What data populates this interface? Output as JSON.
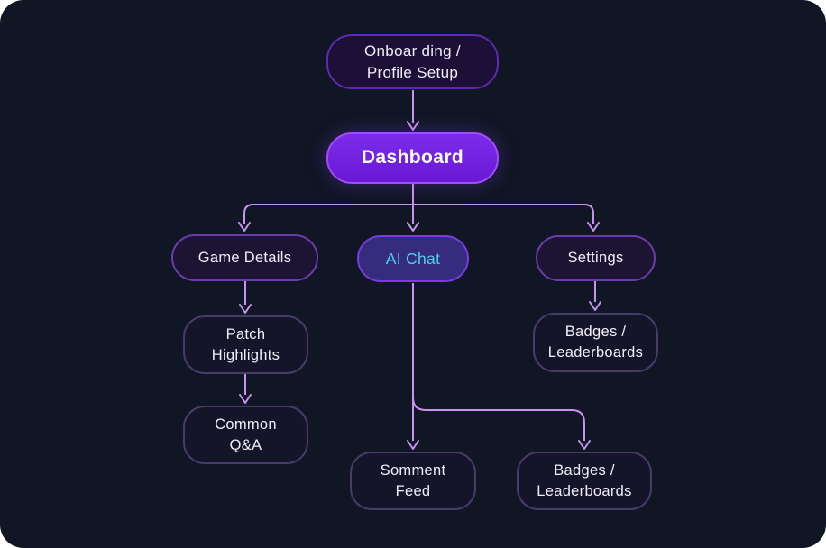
{
  "canvas": {
    "background": "#101624"
  },
  "colors": {
    "connector": "#c892f0",
    "dashboard_fill": "#7122e0",
    "dashboard_border": "#a14ef5",
    "primary_node_border": "#6b3cae",
    "onboarding_border": "#5e29b4",
    "ai_chat_fill": "#362c7d",
    "ai_chat_border": "#7b3ae2",
    "ai_chat_text": "#4ed2ea",
    "muted_node_border": "#473b68",
    "muted_node_fill": "#141528",
    "node_text": "#f2eefa"
  },
  "nodes": {
    "onboarding": {
      "label": "Onboar ding /\nProfile Setup"
    },
    "dashboard": {
      "label": "Dashboard"
    },
    "game_details": {
      "label": "Game Details"
    },
    "ai_chat": {
      "label": "AI Chat"
    },
    "settings": {
      "label": "Settings"
    },
    "patch_highlights": {
      "label": "Patch\nHighlights"
    },
    "common_qa": {
      "label": "Common\nQ&A"
    },
    "badges_leaderboards_settings": {
      "label": "Badges /\nLeaderboards"
    },
    "somment_feed": {
      "label": "Somment\nFeed"
    },
    "badges_leaderboards_chat": {
      "label": "Badges /\nLeaderboards"
    }
  },
  "edges": [
    {
      "from": "onboarding",
      "to": "dashboard"
    },
    {
      "from": "dashboard",
      "to": "game_details"
    },
    {
      "from": "dashboard",
      "to": "ai_chat"
    },
    {
      "from": "dashboard",
      "to": "settings"
    },
    {
      "from": "game_details",
      "to": "patch_highlights"
    },
    {
      "from": "patch_highlights",
      "to": "common_qa"
    },
    {
      "from": "settings",
      "to": "badges_leaderboards_settings"
    },
    {
      "from": "ai_chat",
      "to": "somment_feed"
    },
    {
      "from": "ai_chat",
      "to": "badges_leaderboards_chat"
    }
  ]
}
